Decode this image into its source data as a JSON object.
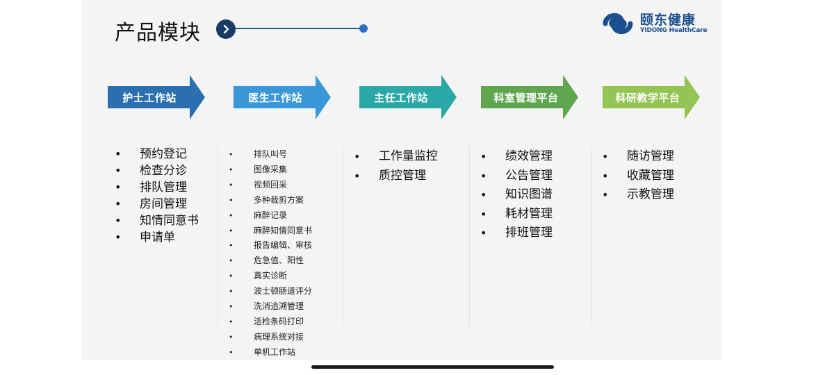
{
  "header": {
    "title": "产品模块",
    "logo_cn": "颐东健康",
    "logo_en": "YIDONG HealthCare"
  },
  "colors": {
    "arrow1": "#2a6fb0",
    "arrow2": "#3a98d8",
    "arrow3": "#2aa8a8",
    "arrow4": "#5fa64f",
    "arrow5": "#93c454",
    "brand": "#1b4f8f"
  },
  "modules": [
    {
      "label": "护士工作站",
      "items": [
        "预约登记",
        "检查分诊",
        "排队管理",
        "房间管理",
        "知情同意书",
        "申请单"
      ]
    },
    {
      "label": "医生工作站",
      "items": [
        "排队叫号",
        "图像采集",
        "视频回采",
        "多种裁剪方案",
        "麻醉记录",
        "麻醉知情同意书",
        "报告编辑、审核",
        "危急值、阳性",
        "真实诊断",
        "波士顿肠道评分",
        "洗消追溯管理",
        "活检条码打印",
        "病理系统对接",
        "单机工作站"
      ]
    },
    {
      "label": "主任工作站",
      "items": [
        "工作量监控",
        "质控管理"
      ]
    },
    {
      "label": "科室管理平台",
      "items": [
        "绩效管理",
        "公告管理",
        "知识图谱",
        "耗材管理",
        "排班管理"
      ]
    },
    {
      "label": "科研教学平台",
      "items": [
        "随访管理",
        "收藏管理",
        "示教管理"
      ]
    }
  ]
}
